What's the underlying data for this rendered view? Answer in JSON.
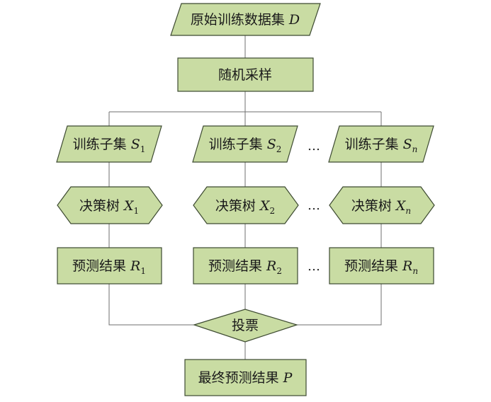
{
  "nodes": {
    "dataset": {
      "text": "原始训练数据集",
      "var": "D"
    },
    "sampling": {
      "text": "随机采样"
    },
    "subsets": [
      {
        "text": "训练子集",
        "var": "S",
        "sub": "1"
      },
      {
        "text": "训练子集",
        "var": "S",
        "sub": "2"
      },
      {
        "text": "训练子集",
        "var": "S",
        "sub": "n"
      }
    ],
    "trees": [
      {
        "text": "决策树",
        "var": "X",
        "sub": "1"
      },
      {
        "text": "决策树",
        "var": "X",
        "sub": "2"
      },
      {
        "text": "决策树",
        "var": "X",
        "sub": "n"
      }
    ],
    "predictions": [
      {
        "text": "预测结果",
        "var": "R",
        "sub": "1"
      },
      {
        "text": "预测结果",
        "var": "R",
        "sub": "2"
      },
      {
        "text": "预测结果",
        "var": "R",
        "sub": "n"
      }
    ],
    "vote": {
      "text": "投票"
    },
    "final": {
      "text": "最终预测结果",
      "var": "P"
    }
  },
  "ellipsis": "…",
  "colors": {
    "node_fill": "#c9dca3",
    "node_stroke": "#3d4a31",
    "connector": "#6f6f6f"
  }
}
